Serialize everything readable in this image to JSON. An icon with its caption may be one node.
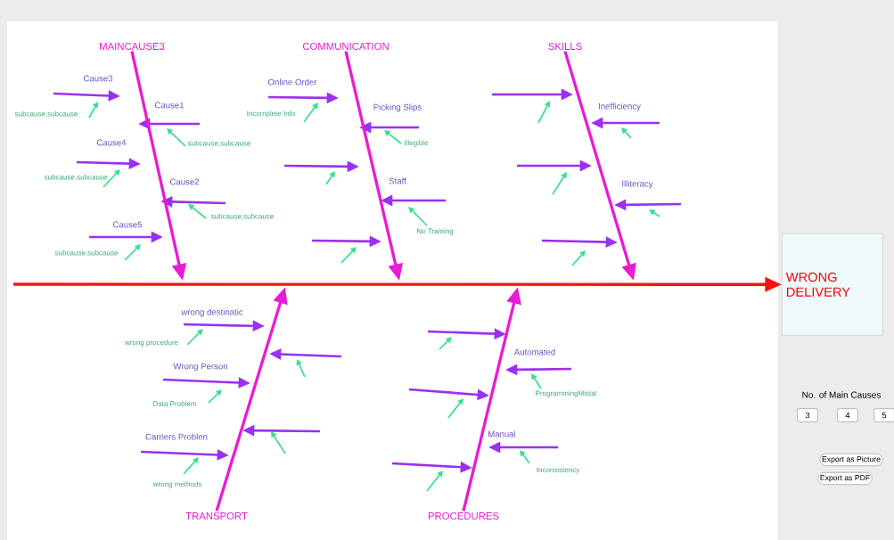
{
  "diagram": {
    "nodes": [
      {
        "text": [
          "WRONG DELIVERY"
        ]
      },
      {
        "text": [
          "MAINCAUSE3"
        ]
      },
      {
        "text": [
          "COMMUNICATION"
        ]
      },
      {
        "text": [
          "SKILLS"
        ]
      },
      {
        "text": [
          "TRANSPORT"
        ]
      },
      {
        "text": [
          "PROCEDURES"
        ]
      }
    ],
    "edges": [
      {
        "from": null,
        "to": 0,
        "arrow": "to",
        "color": "#ff1010"
      },
      {
        "from": 1,
        "to": null,
        "arrow": "to"
      },
      {
        "from": 2,
        "to": null,
        "arrow": "to"
      },
      {
        "from": 3,
        "to": null,
        "arrow": "to"
      },
      {
        "from": 4,
        "to": null,
        "arrow": "to"
      },
      {
        "from": 5,
        "to": null,
        "arrow": "to"
      }
    ],
    "labels": [
      "Cause3",
      "subcause,subcause",
      "Cause1",
      "subcause,subcause",
      "Cause4",
      "subcause,subcause",
      "Cause2",
      "subcause,subcause",
      "Cause5",
      "subcause,subcause",
      "Online Order",
      "Incomplete Info",
      "Picking Slips",
      "Illegible",
      "Staff",
      "No Training",
      "Inefficiency",
      "Illiteracy",
      "wrong destinatic",
      "wrong procedure",
      "Wrong Person",
      "Data Problem",
      "Carriers Problen",
      "wrong methods",
      "Automated",
      "ProgrammingMistal",
      "Manual",
      "Inconsistency",
      "No. of Main Causes",
      "3",
      "4",
      "5",
      "Export as Picture",
      "Export as PDF"
    ]
  }
}
